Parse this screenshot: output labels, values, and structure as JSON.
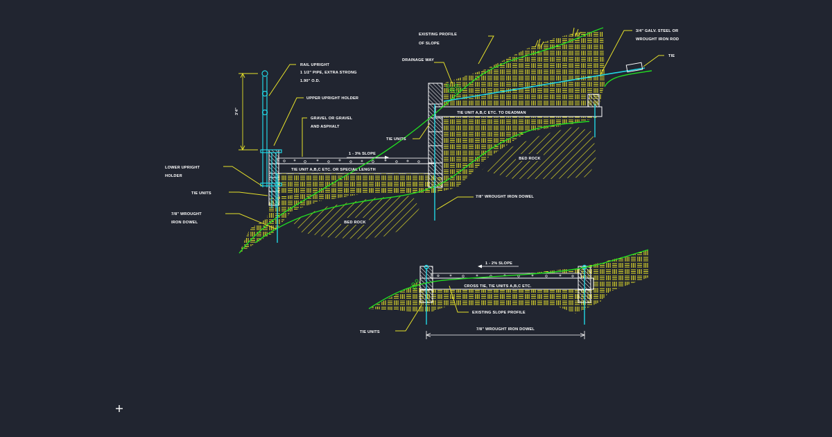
{
  "labels": {
    "rail_upright_1": "RAIL UPRIGHT",
    "rail_upright_2": "1 1/2\" PIPE, EXTRA STRONG",
    "rail_upright_3": "1.90\" O.D.",
    "upper_holder": "UPPER UPRIGHT HOLDER",
    "gravel_1": "GRAVEL OR GRAVEL",
    "gravel_2": "AND ASPHALT",
    "lower_holder_1": "LOWER UPRIGHT",
    "lower_holder_2": "HOLDER",
    "tie_units_left": "TIE UNITS",
    "dowel_left_1": "7/8\" WROUGHT",
    "dowel_left_2": "IRON DOWEL",
    "dim_height": "3'4\"",
    "slope_upper": "1 - 3% SLOPE",
    "tie_unit_special": "TIE UNIT A,B,C ETC. OR SPECIAL LENGTH",
    "bed_rock_left": "BED ROCK",
    "tie_units_mid": "TIE UNITS",
    "existing_profile_1": "EXISTING PROFILE",
    "existing_profile_2": "OF SLOPE",
    "drainage_way": "DRAINAGE WAY",
    "tie_unit_deadman": "TIE UNIT A,B,C ETC. TO DEADMAN",
    "dowel_mid": "7/8\" WROUGHT IRON DOWEL",
    "bed_rock_right": "BED ROCK",
    "galv_rod_1": "3/4\" GALV. STEEL OR",
    "galv_rod_2": "WROUGHT IRON ROD",
    "tie_right": "TIE",
    "slope_lower": "1 - 2% SLOPE",
    "cross_tie": "CROSS TIE, TIE UNITS A,B,C ETC.",
    "existing_slope": "EXISTING SLOPE PROFILE",
    "tie_units_lower": "TIE UNITS",
    "dowel_lower": "7/8\" WROUGHT IRON DOWEL"
  },
  "colors": {
    "background": "#212530",
    "soil": "#e8e22a",
    "ground_line": "#22dd22",
    "pipe": "#22d8e6",
    "structure": "#ffffff",
    "leader": "#e8e22a"
  },
  "icons": {
    "cursor": "crosshair-cursor-icon"
  }
}
